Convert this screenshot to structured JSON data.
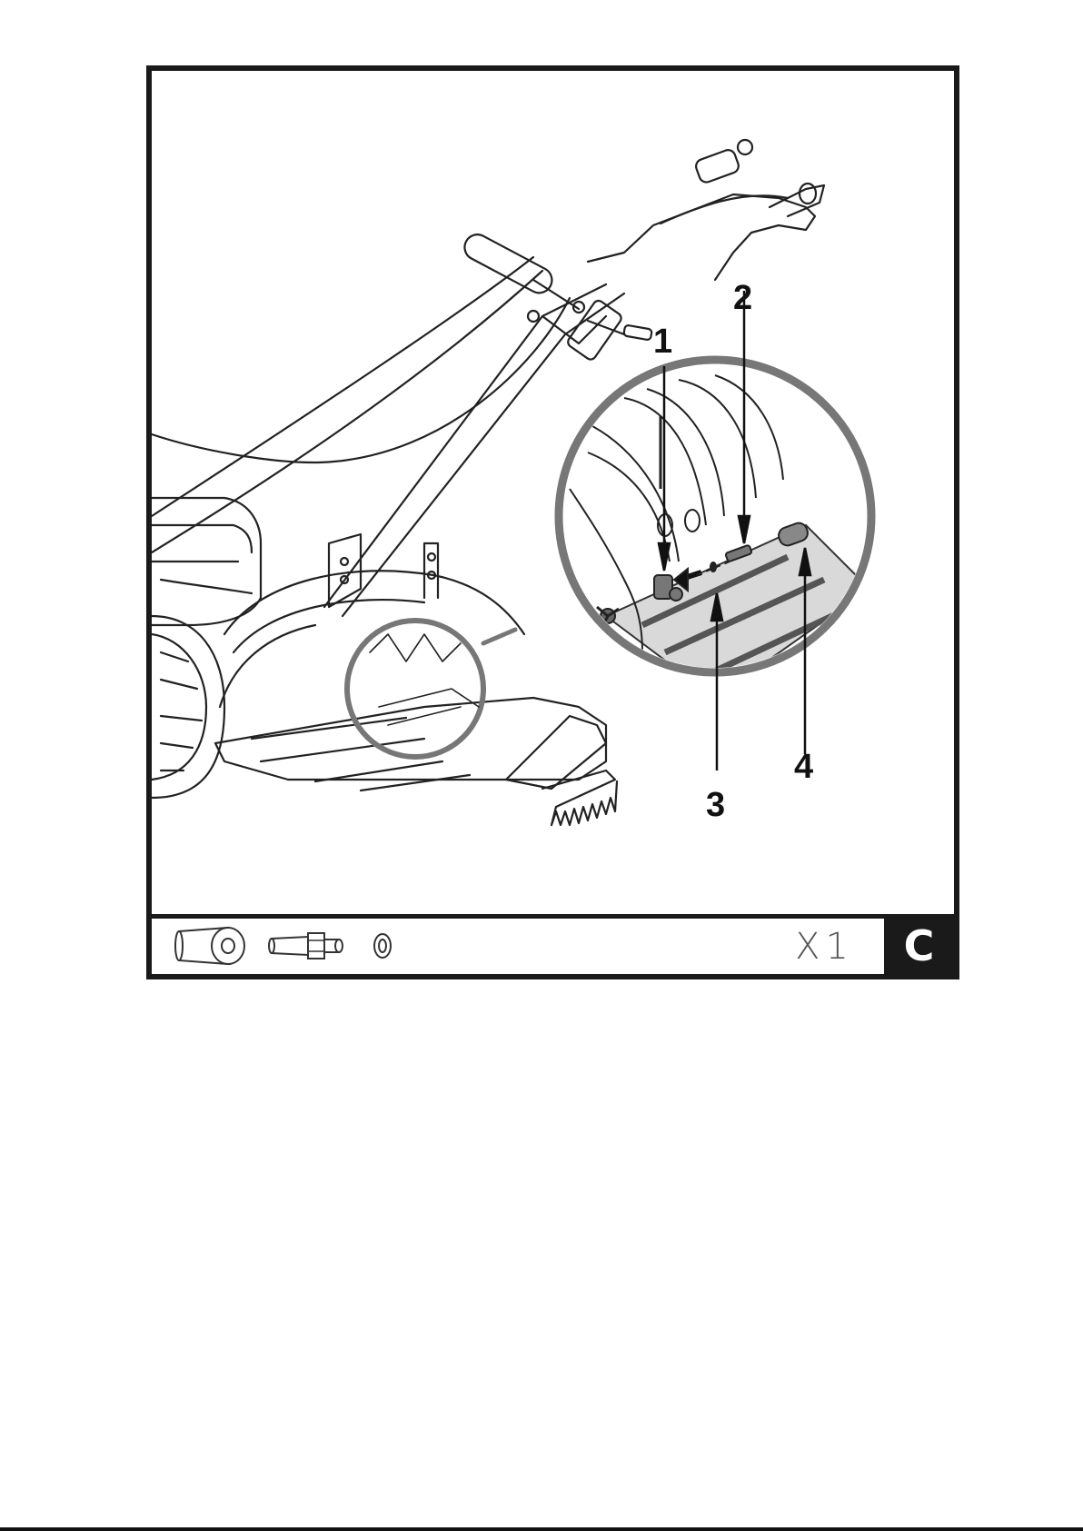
{
  "figure": {
    "step_letter": "C",
    "quantity": "X1",
    "callouts": [
      "1",
      "2",
      "3",
      "4"
    ],
    "parts_icons": [
      "sleeve-part-icon",
      "bolt-part-icon",
      "washer-part-icon"
    ]
  },
  "colors": {
    "frame": "#1a1a1a",
    "detail_fill": "#d9d9d9",
    "circle_border": "#777777"
  }
}
